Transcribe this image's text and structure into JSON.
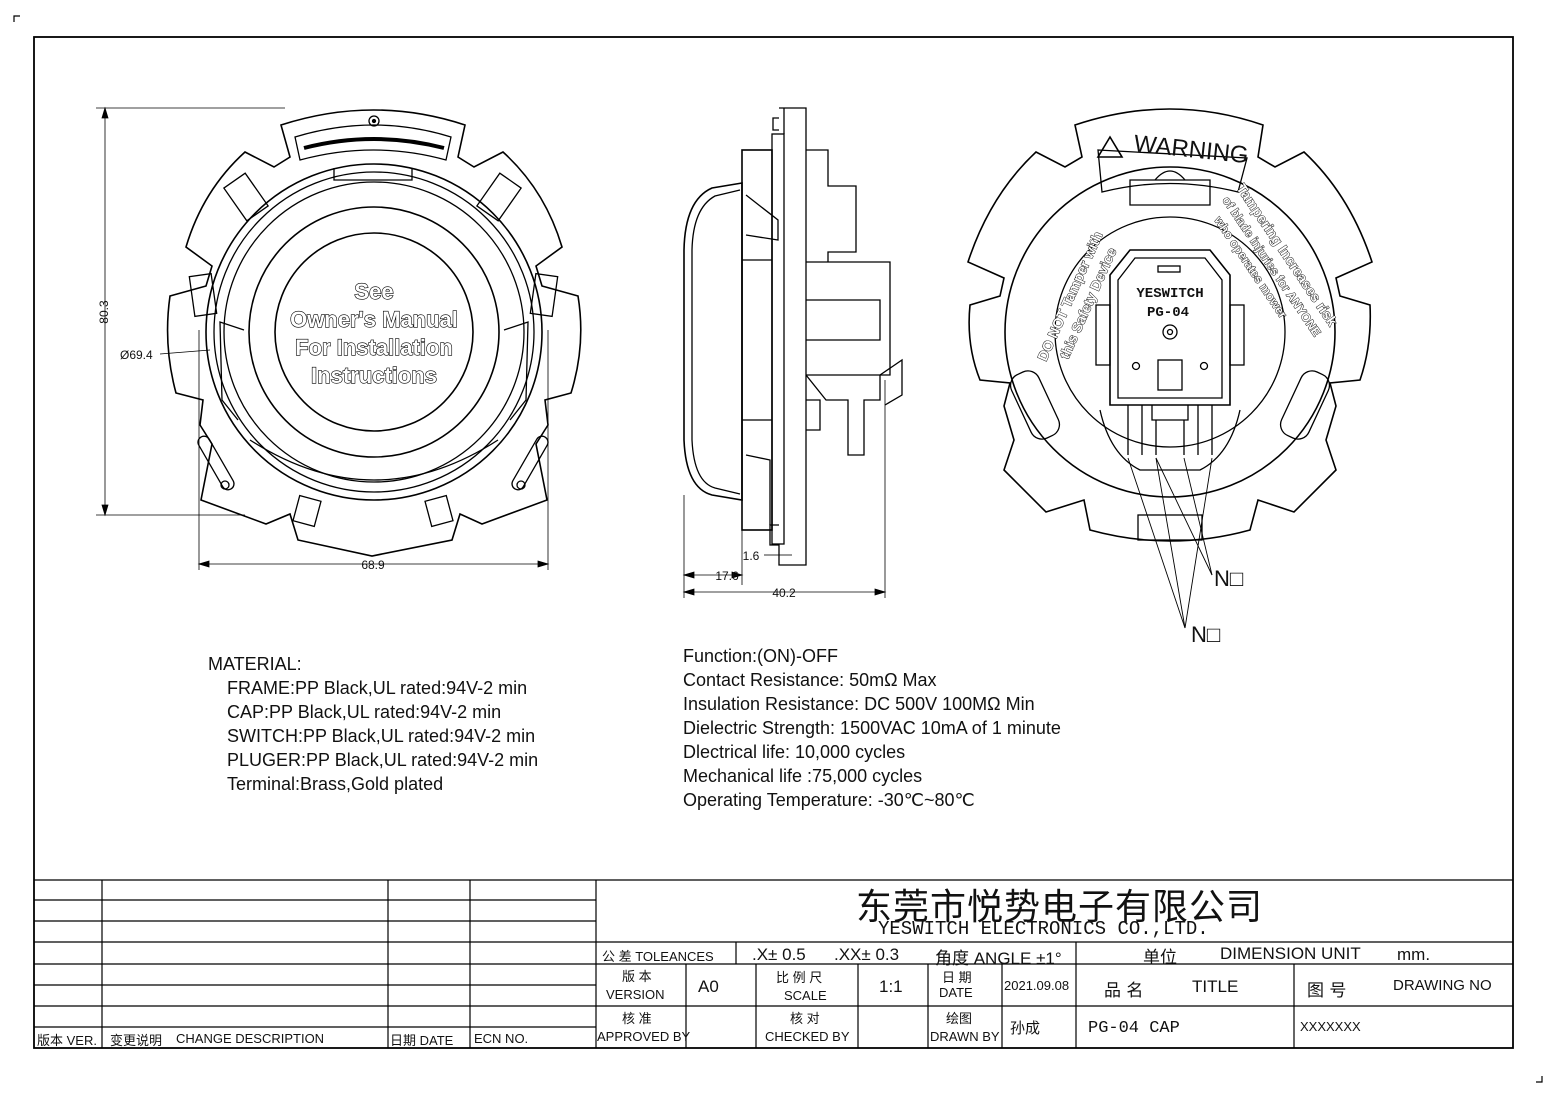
{
  "drawing": {
    "front_view": {
      "cap_text": [
        "See",
        "Owner's Manual",
        "For Installation",
        "Instructions"
      ],
      "dim_height": "80.3",
      "dim_diameter": "Ø69.4",
      "dim_width": "68.9"
    },
    "side_view": {
      "dim_small": "1.6",
      "dim_depth": "17.6",
      "dim_total": "40.2"
    },
    "rear_view": {
      "warning_label": "WARNING",
      "left_arc_text": [
        "DO NOT Tamper with",
        "this Safety Device"
      ],
      "right_arc_text": [
        "Tampering Increases risk",
        "of blade injuries for ANYONE",
        "who operates mower"
      ],
      "switch_label_1": "YESWITCH",
      "switch_label_2": "PG-04",
      "callout_1": "N□",
      "callout_2": "N□"
    }
  },
  "material": {
    "heading": "MATERIAL:",
    "items": [
      "FRAME:PP Black,UL rated:94V-2 min",
      "CAP:PP Black,UL rated:94V-2 min",
      "SWITCH:PP Black,UL rated:94V-2 min",
      "PLUGER:PP Black,UL rated:94V-2 min",
      "Terminal:Brass,Gold plated"
    ]
  },
  "electrical": {
    "lines": [
      "Function:(ON)-OFF",
      "Contact Resistance: 50mΩ Max",
      "Insulation Resistance: DC 500V 100MΩ Min",
      "Dielectric Strength: 1500VAC 10mA  of  1 minute",
      "Dlectrical life: 10,000 cycles",
      "Mechanical life :75,000 cycles",
      "Operating Temperature: -30℃~80℃"
    ]
  },
  "title_block": {
    "company_cn": "东莞市悦势电子有限公司",
    "company_en": "YESWITCH ELECTRONICS CO.,LTD.",
    "tolerance_label": "公 差  TOLEANCES",
    "tol_x": ".X± 0.5",
    "tol_xx": ".XX± 0.3",
    "angle": "角度 ANGLE ±1°",
    "unit_cn": "单位",
    "unit_en": "DIMENSION UNIT",
    "unit_value": "mm.",
    "version_cn": "版 本",
    "version_en": "VERSION",
    "version_value": "A0",
    "scale_cn": "比 例 尺",
    "scale_en": "SCALE",
    "scale_value": "1:1",
    "date_cn": "日 期",
    "date_en": "DATE",
    "date_value": "2021.09.08",
    "title_cn": "品  名",
    "title_en": "TITLE",
    "drawing_no_cn": "图  号",
    "drawing_no_en": "DRAWING NO",
    "approved_cn": "核 准",
    "approved_en": "APPROVED BY",
    "checked_cn": "核 对",
    "checked_en": "CHECKED BY",
    "drawn_cn": "绘图",
    "drawn_en": "DRAWN BY",
    "drawn_value": "孙成",
    "part_name": "PG-04 CAP",
    "drawing_no_value": "XXXXXXX",
    "rev_header_ver": "版本 VER.",
    "rev_header_desc_cn": "变更说明",
    "rev_header_desc_en": "CHANGE DESCRIPTION",
    "rev_header_date": "日期  DATE",
    "rev_header_ecn": "ECN NO."
  }
}
